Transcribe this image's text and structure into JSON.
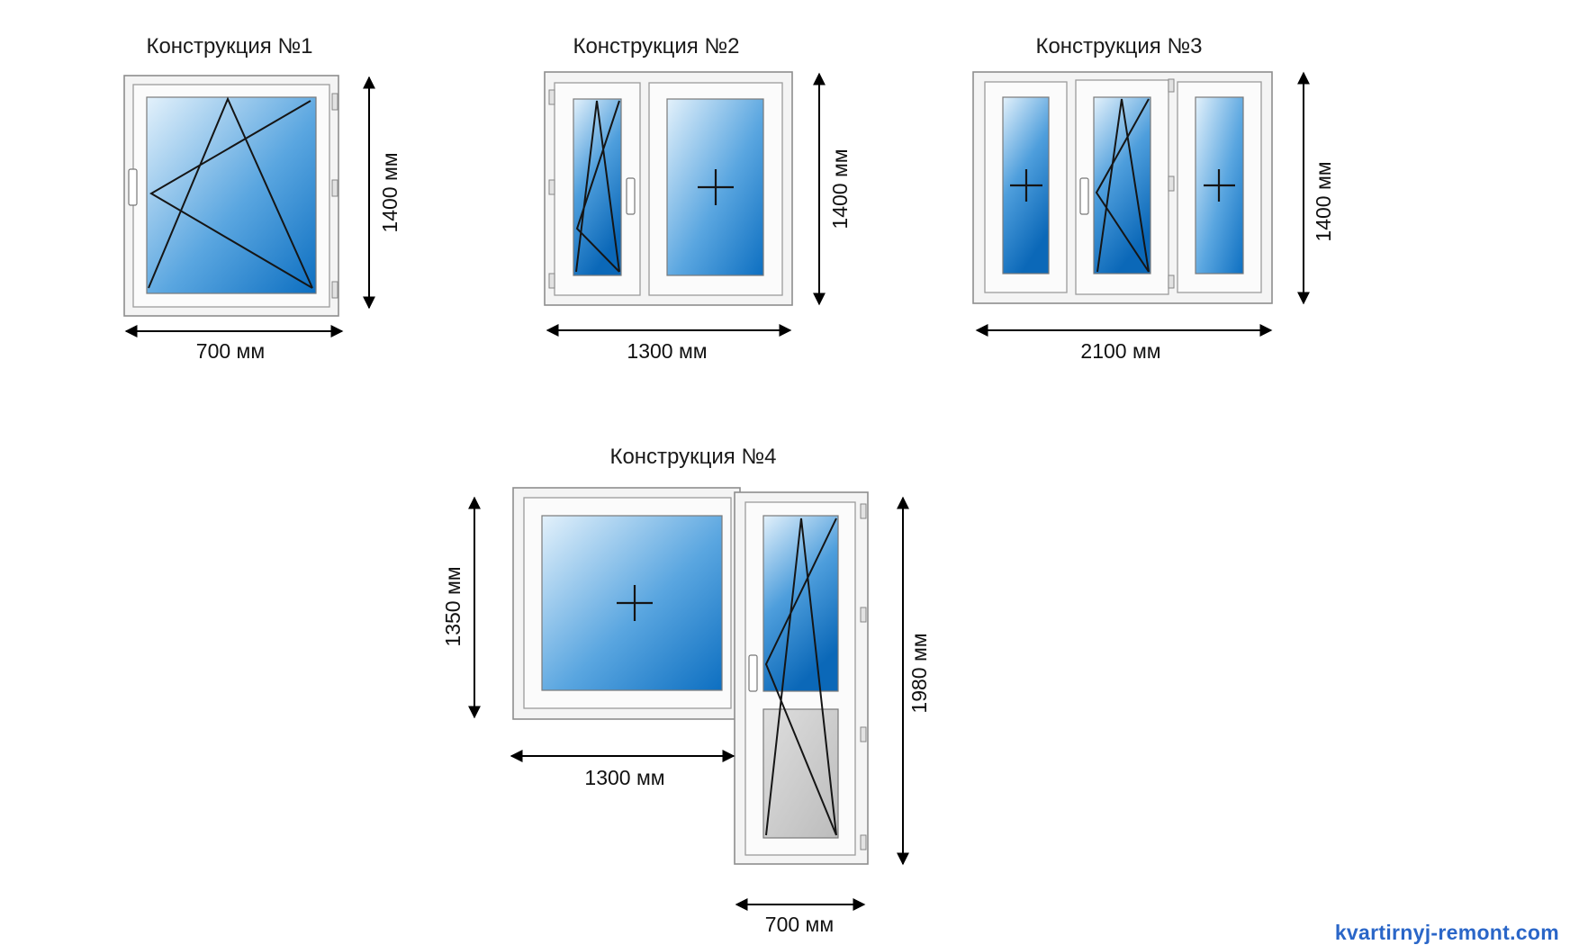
{
  "constructions": [
    {
      "title": "Конструкция №1",
      "width_label": "700 мм",
      "height_label": "1400 мм"
    },
    {
      "title": "Конструкция №2",
      "width_label": "1300 мм",
      "height_label": "1400 мм"
    },
    {
      "title": "Конструкция №3",
      "width_label": "2100 мм",
      "height_label": "1400 мм"
    },
    {
      "title": "Конструкция №4",
      "window_width_label": "1300 мм",
      "window_height_label": "1350 мм",
      "door_width_label": "700 мм",
      "door_height_label": "1980 мм"
    }
  ],
  "credit": "kvartirnyj-remont.com",
  "colors": {
    "glass_light": "#e3f1fb",
    "glass_dark": "#0d6fc1",
    "door_panel": "#c6c6c6",
    "credit": "#2a66c8"
  },
  "icons": [
    "tilt-turn-sash-icon",
    "fixed-glass-cross-icon",
    "window-handle-icon",
    "hinge-icon",
    "double-arrow-icon"
  ]
}
